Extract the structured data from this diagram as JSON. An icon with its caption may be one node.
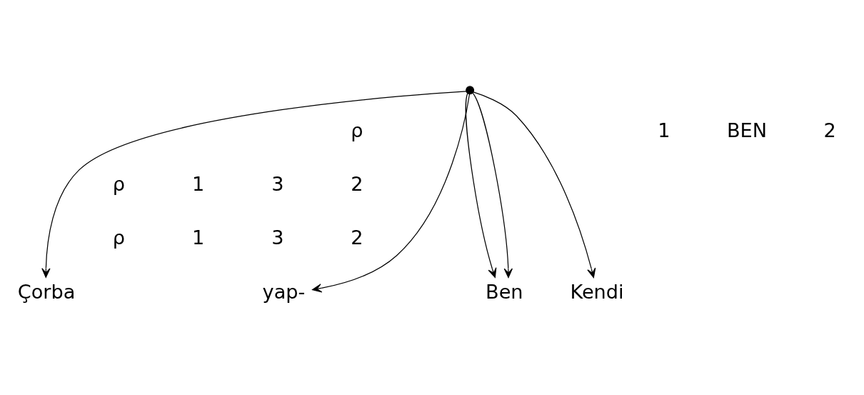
{
  "diagram": {
    "nodes": [
      {
        "text": [],
        "shape": "point"
      },
      {
        "text": [
          "yap-"
        ]
      },
      {
        "text": [
          "Ben"
        ]
      },
      {
        "text": [
          "Kendi"
        ]
      },
      {
        "text": [
          "Çorba"
        ]
      }
    ],
    "edges": [
      {
        "from": 0,
        "to": 1,
        "arrow": "to"
      },
      {
        "from": 0,
        "to": 2,
        "arrow": "to"
      },
      {
        "from": 0,
        "to": 2,
        "arrow": "to"
      },
      {
        "from": 0,
        "to": 3,
        "arrow": "to"
      },
      {
        "from": 0,
        "to": 4,
        "arrow": "to"
      }
    ],
    "labels": [
      "ρ",
      "1",
      "BEN",
      "2",
      "ρ",
      "1",
      "3",
      "2",
      "ρ",
      "1",
      "3",
      "2"
    ]
  }
}
